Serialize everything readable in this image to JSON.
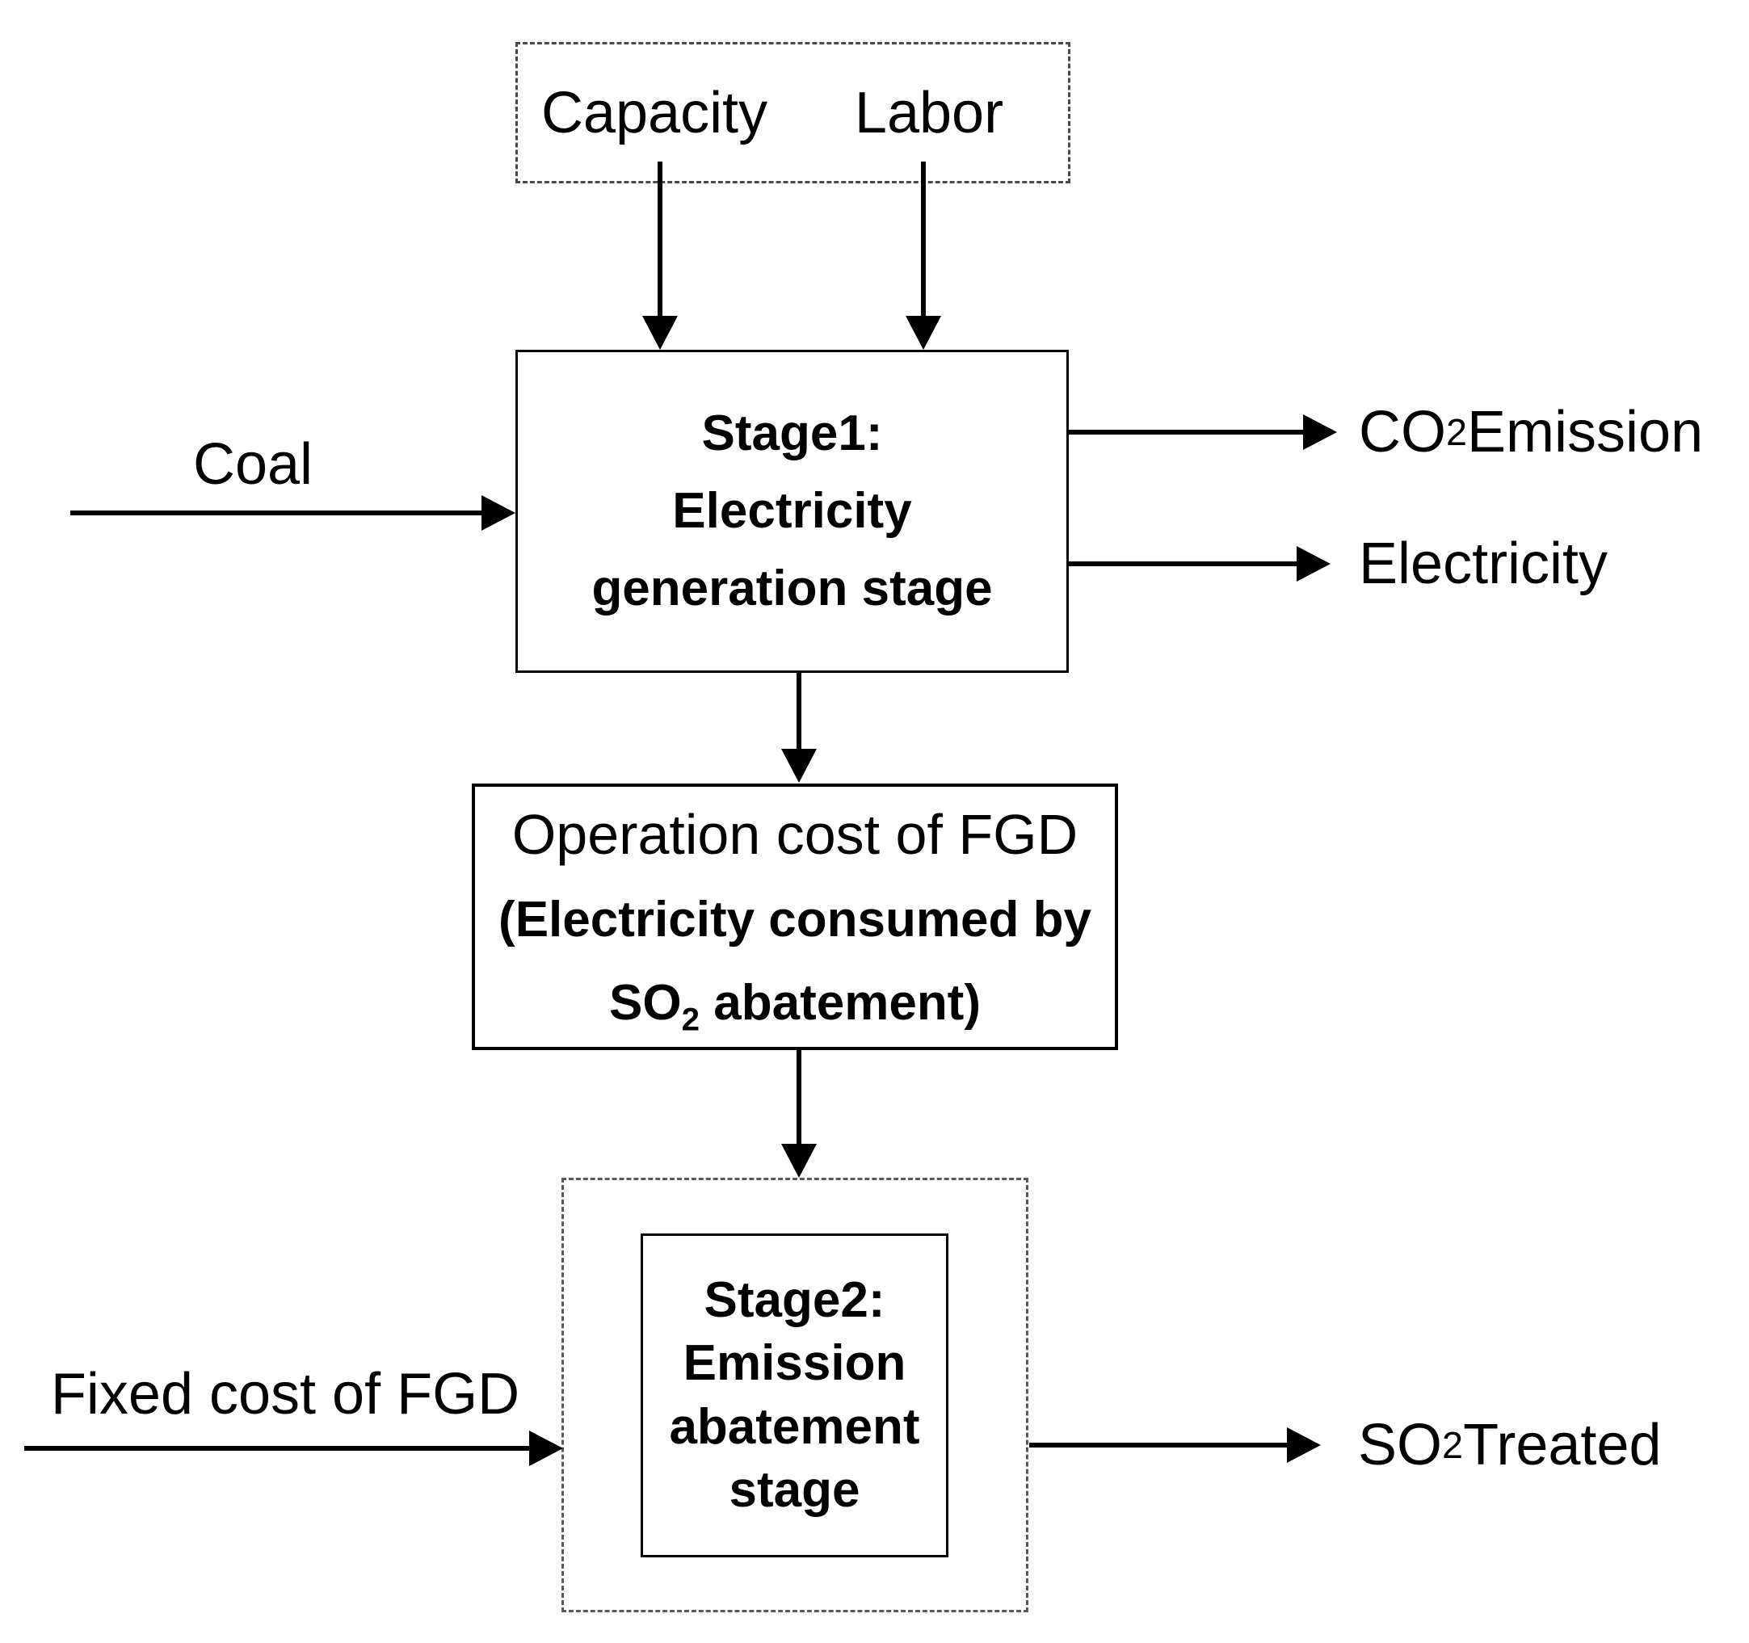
{
  "diagram": {
    "inputs_box": {
      "items": [
        "Capacity",
        "Labor"
      ]
    },
    "stage1": {
      "lines": [
        "Stage1:",
        "Electricity",
        "generation stage"
      ]
    },
    "coal_label": "Coal",
    "co2_label": {
      "pre": "CO",
      "sub": "2",
      "post": " Emission"
    },
    "electricity_label": "Electricity",
    "operation_box": {
      "line1": "Operation cost of FGD",
      "line2": "(Electricity consumed by",
      "line3": {
        "pre": "SO",
        "sub": "2",
        "post": " abatement)"
      }
    },
    "stage2": {
      "lines": [
        "Stage2:",
        "Emission",
        "abatement",
        "stage"
      ]
    },
    "fixed_cost_label": "Fixed cost of FGD",
    "so2_label": {
      "pre": "SO",
      "sub": "2",
      "post": " Treated"
    },
    "colors": {
      "line": "#000000",
      "dashed_border": "#4a4a4a",
      "background": "#ffffff"
    }
  }
}
